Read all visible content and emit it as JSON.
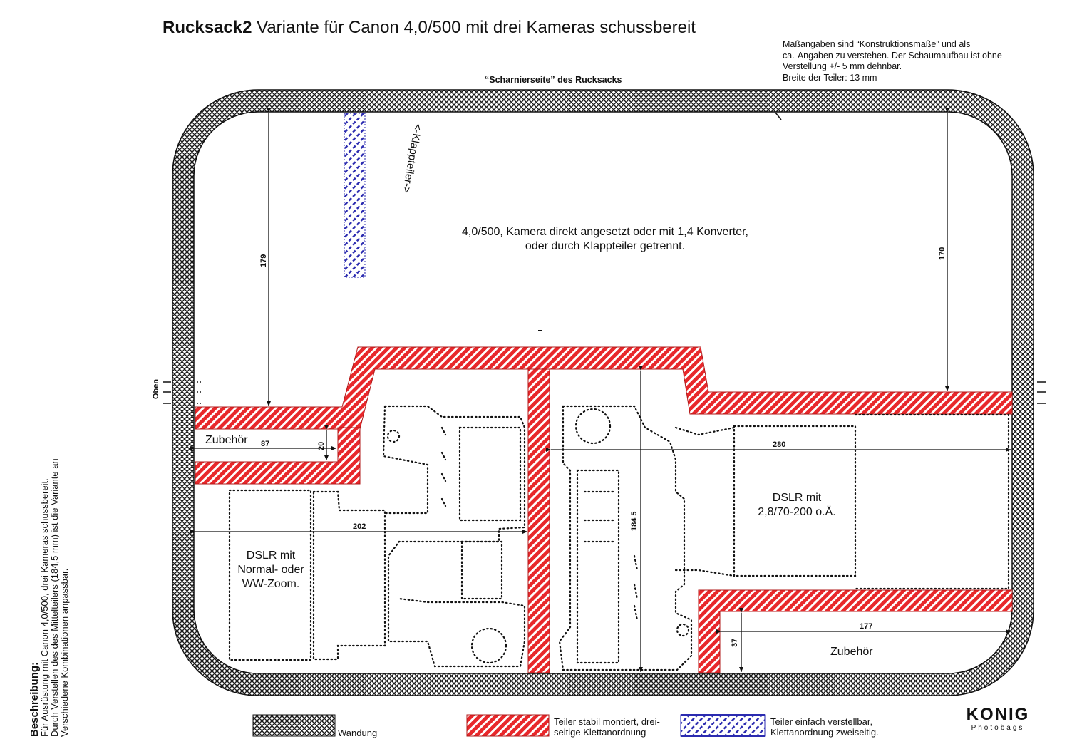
{
  "title": {
    "bold": "Rucksack2",
    "rest": " Variante für Canon 4,0/500 mit drei Kameras schussbereit"
  },
  "note_lines": [
    "Maßangaben sind “Konstruktionsmaße” und als",
    "ca.-Angaben zu verstehen. Der Schaumaufbau ist ohne",
    "Verstellung +/- 5 mm dehnbar.",
    "Breite der Teiler: 13 mm"
  ],
  "hinge_label": "“Scharnierseite” des Rucksacks",
  "klappteiler_label": "<-Klappteiler->",
  "main_compartment": [
    "4,0/500, Kamera direkt angesetzt oder mit 1,4 Konverter,",
    "oder durch Klappteiler getrennt."
  ],
  "compartments": {
    "zubehoer_left": "Zubehör",
    "zubehoer_right": "Zubehör",
    "dslr_left": [
      "DSLR mit",
      "Normal- oder",
      "WW-Zoom."
    ],
    "dslr_right": [
      "DSLR mit",
      "2,8/70-200 o.Ä."
    ]
  },
  "dimensions": {
    "d179": "179",
    "d170": "170",
    "d87": "87",
    "d20": "20",
    "d202": "202",
    "d184": "184 5",
    "d280": "280",
    "d177": "177",
    "d37": "37"
  },
  "side_label": "Oben",
  "description": {
    "heading": "Beschreibung:",
    "lines": [
      "Für Ausrüstung mit Canon 4,0/500, drei Kameras schussbereit.",
      "Durch Verstellen des des Mittelteilers (184,5 mm) ist die Variante an",
      "Verschiedene Kombinationen anpassbar."
    ]
  },
  "legend": {
    "wall": "Wandung",
    "fixed": [
      "Teiler stabil montiert, drei-",
      "seitige Klettanordnung"
    ],
    "adjustable": [
      "Teiler einfach verstellbar,",
      "Klettanordnung zweiseitig."
    ]
  },
  "brand": {
    "name": "KONIG",
    "sub": "Photobags"
  },
  "colors": {
    "wall": "#1a1a1a",
    "fixed_divider": "#e8282b",
    "adjustable_divider": "#2b2bb0",
    "dotted_outline": "#111111"
  }
}
